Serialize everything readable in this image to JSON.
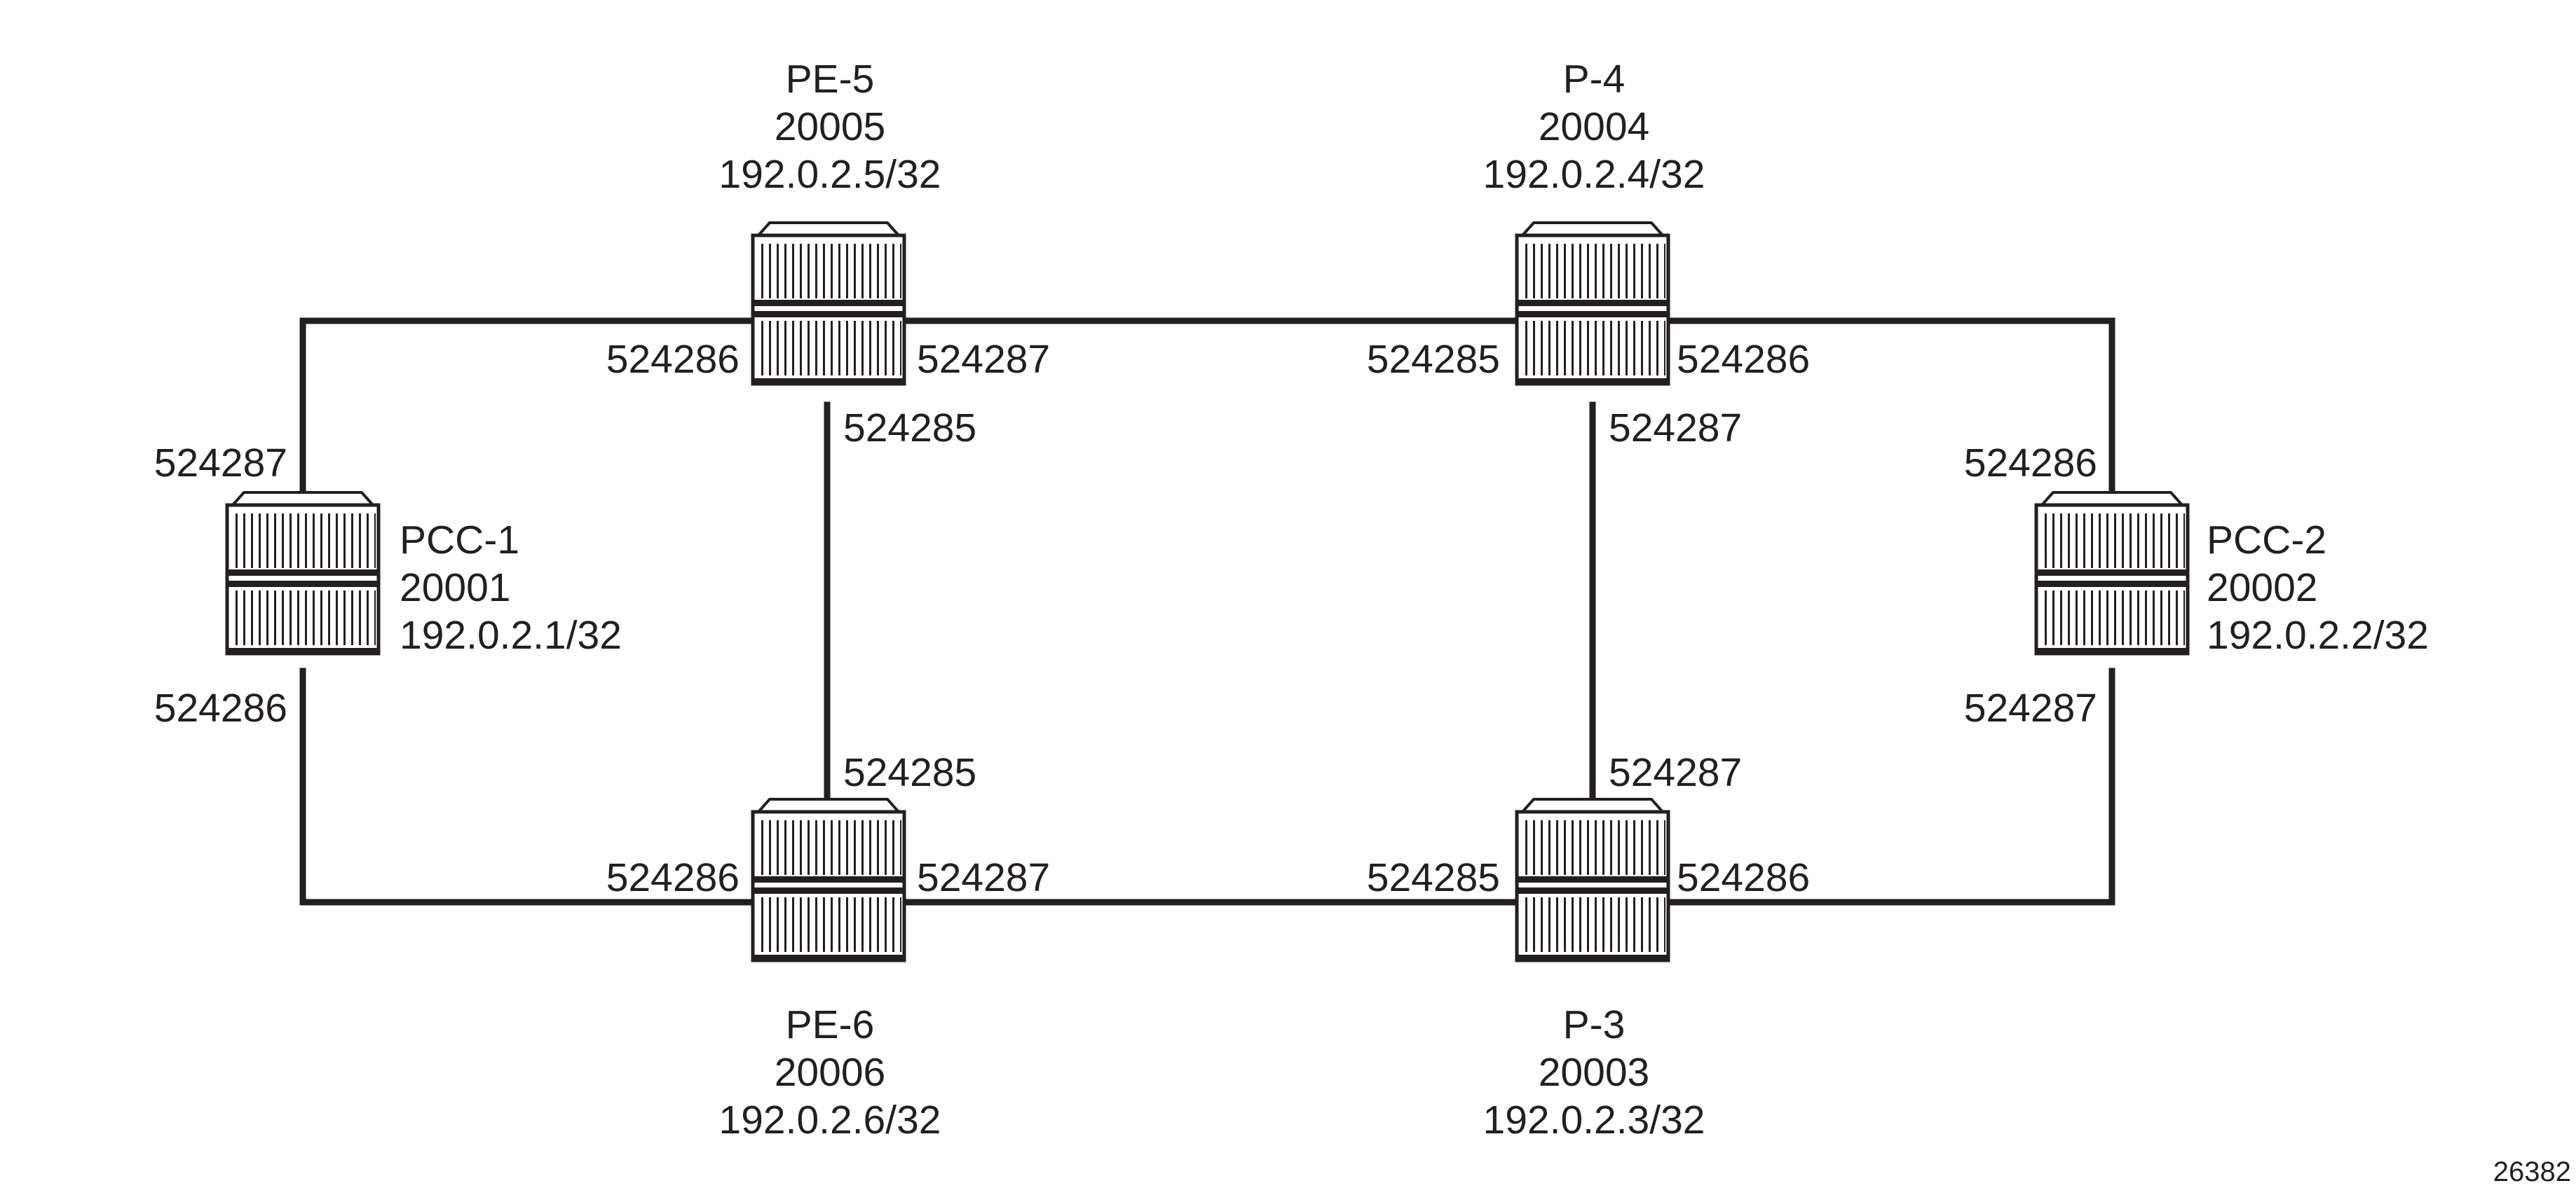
{
  "figure_id": "26382",
  "nodes": [
    {
      "id": "pe5",
      "name": "PE-5",
      "sid": "20005",
      "address": "192.0.2.5/32"
    },
    {
      "id": "p4",
      "name": "P-4",
      "sid": "20004",
      "address": "192.0.2.4/32"
    },
    {
      "id": "pcc1",
      "name": "PCC-1",
      "sid": "20001",
      "address": "192.0.2.1/32"
    },
    {
      "id": "pcc2",
      "name": "PCC-2",
      "sid": "20002",
      "address": "192.0.2.2/32"
    },
    {
      "id": "pe6",
      "name": "PE-6",
      "sid": "20006",
      "address": "192.0.2.6/32"
    },
    {
      "id": "p3",
      "name": "P-3",
      "sid": "20003",
      "address": "192.0.2.3/32"
    }
  ],
  "links": [
    {
      "from": "pcc1",
      "to": "pe5"
    },
    {
      "from": "pe5",
      "to": "p4"
    },
    {
      "from": "p4",
      "to": "pcc2"
    },
    {
      "from": "pcc1",
      "to": "pe6"
    },
    {
      "from": "pe6",
      "to": "p3"
    },
    {
      "from": "p3",
      "to": "pcc2"
    },
    {
      "from": "pe5",
      "to": "pe6"
    },
    {
      "from": "p4",
      "to": "p3"
    }
  ],
  "port_labels": {
    "pe5_left": "524286",
    "pe5_right": "524287",
    "pe5_bottom": "524285",
    "p4_left": "524285",
    "p4_right": "524286",
    "p4_bottom": "524287",
    "pcc1_top": "524287",
    "pcc1_bottom": "524286",
    "pcc2_top": "524286",
    "pcc2_bottom": "524287",
    "pe6_left": "524286",
    "pe6_right": "524287",
    "pe6_top": "524285",
    "p3_left": "524285",
    "p3_right": "524286",
    "p3_top": "524287"
  }
}
